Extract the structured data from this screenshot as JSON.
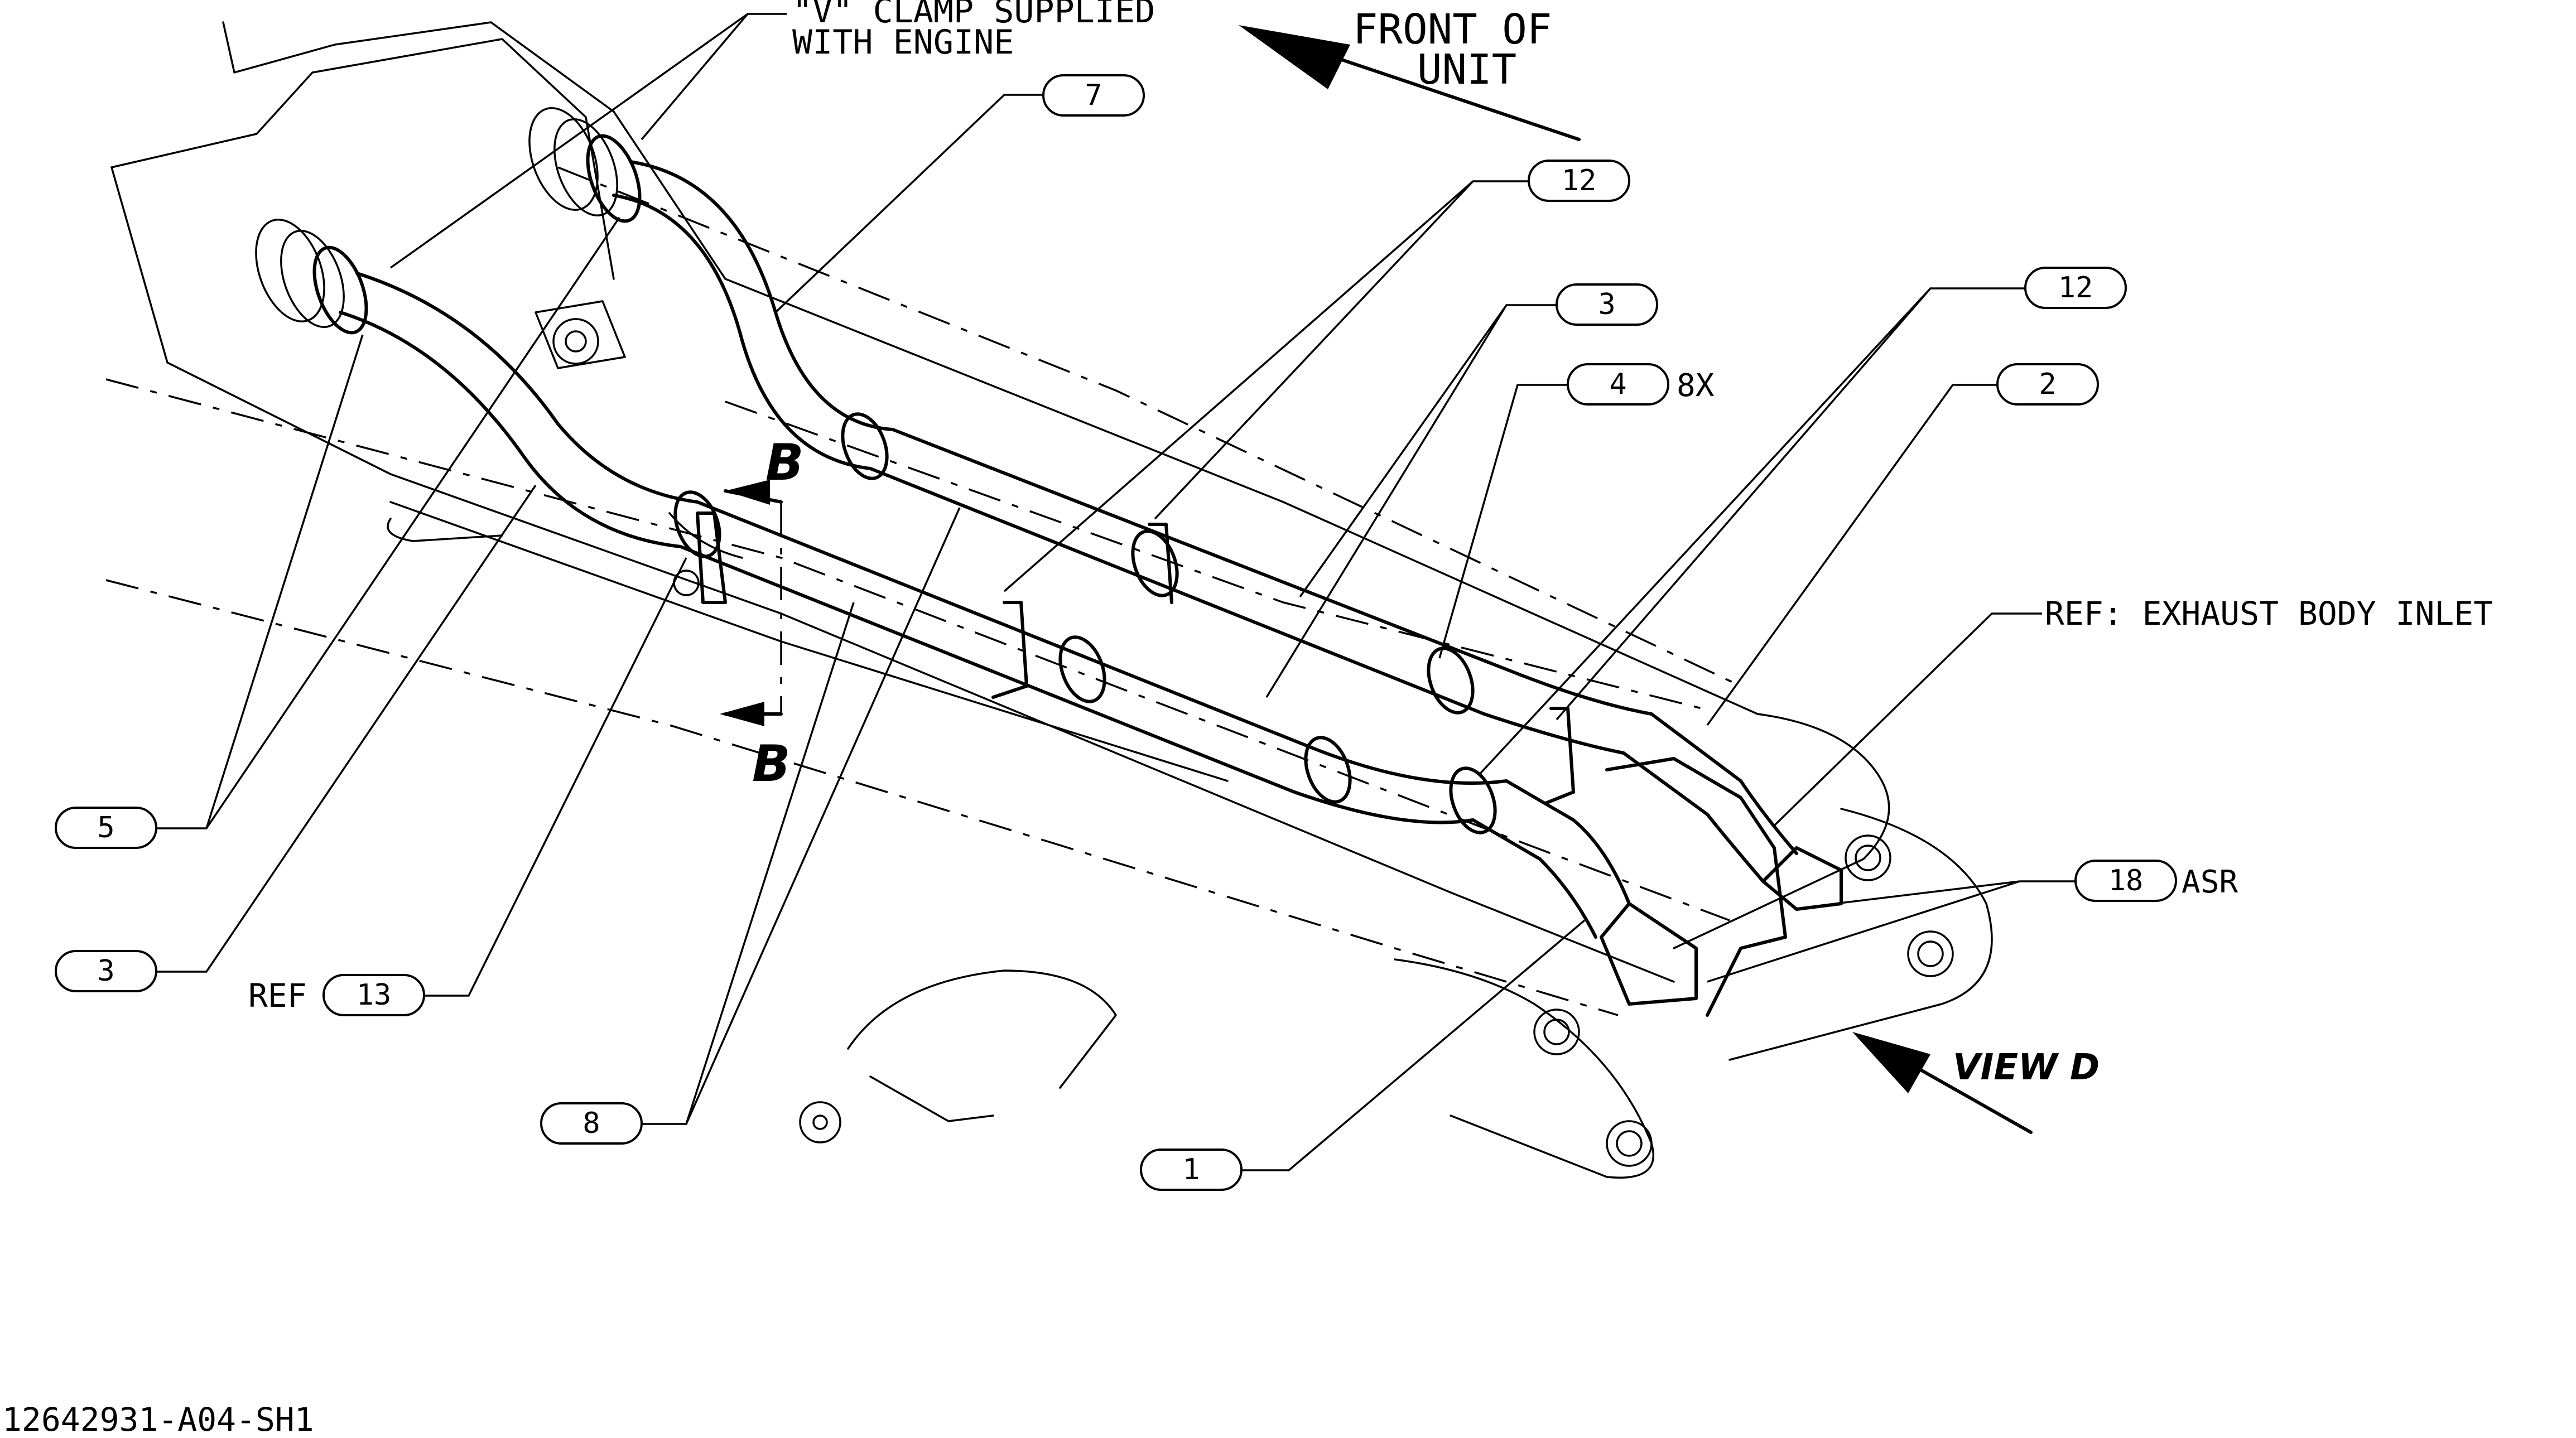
{
  "notes": {
    "v_clamp_line1": "\"V\" CLAMP SUPPLIED",
    "v_clamp_line2": "WITH ENGINE",
    "front_line1": "FRONT OF",
    "front_line2": "UNIT",
    "ref_exhaust": "REF: EXHAUST BODY INLET",
    "ref_prefix": "REF",
    "qty_8x": "8X",
    "asr": "ASR",
    "section_b": "B",
    "view_d": "VIEW D",
    "drawing_number": "12642931-A04-SH1"
  },
  "callouts": {
    "item_7": "7",
    "item_12_upper": "12",
    "item_3_upper": "3",
    "item_12_right": "12",
    "item_4": "4",
    "item_2": "2",
    "item_18": "18",
    "item_5": "5",
    "item_3_lower": "3",
    "item_13": "13",
    "item_8": "8",
    "item_1": "1"
  }
}
